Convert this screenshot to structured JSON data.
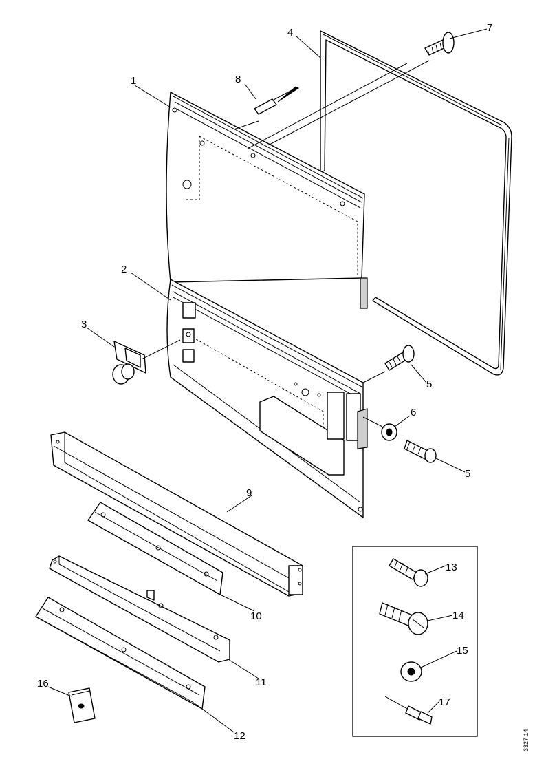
{
  "diagram": {
    "callouts": {
      "c1": "1",
      "c2": "2",
      "c3": "3",
      "c4": "4",
      "c5a": "5",
      "c5b": "5",
      "c6": "6",
      "c7": "7",
      "c8": "8",
      "c9": "9",
      "c10": "10",
      "c11": "11",
      "c12": "12",
      "c13": "13",
      "c14": "14",
      "c15": "15",
      "c16": "16",
      "c17": "17"
    },
    "drawing_code": "3327 14"
  }
}
